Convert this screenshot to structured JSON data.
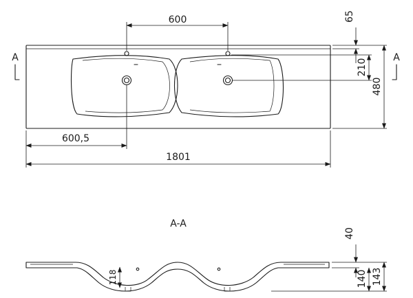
{
  "plan": {
    "dim_hole_spacing": "600",
    "dim_hole_offset": "600,5",
    "dim_total_width": "1801",
    "dim_top_edge": "65",
    "dim_hole_depth": "210",
    "dim_total_depth": "480",
    "section_mark_left": "A",
    "section_mark_right": "A"
  },
  "section": {
    "title": "A-A",
    "dim_rim": "40",
    "dim_bowl_inner": "118",
    "dim_bowl_depth": "140",
    "dim_total_height": "143"
  }
}
